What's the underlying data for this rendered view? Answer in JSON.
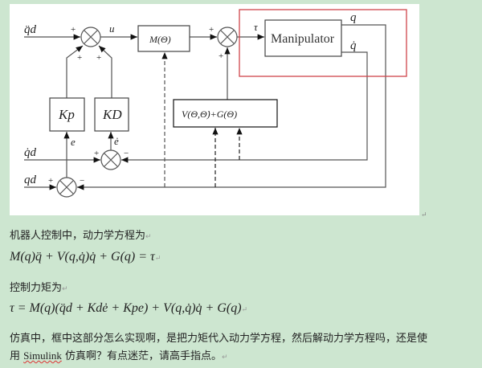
{
  "diagram": {
    "inputs": {
      "qdd": "q̈d",
      "qdot_d": "q̇d",
      "qd": "qd"
    },
    "signals": {
      "u": "u",
      "tau": "τ",
      "e": "e",
      "edot": "ė",
      "q": "q",
      "qdot": "q̇"
    },
    "blocks": {
      "mass": "M(Θ)",
      "manipulator": "Manipulator",
      "kp": "Kp",
      "kd": "KD",
      "nonlinear": "V(Θ,Θ̇)+G(Θ)"
    },
    "signs": {
      "plus": "+",
      "minus": "−"
    },
    "highlight_color": "#d0454c"
  },
  "text": {
    "line1": "机器人控制中，动力学方程为",
    "eq1": "M(q)q̈ + V(q,q̇)q̇ + G(q) = τ",
    "line2": "控制力矩为",
    "eq2": "τ = M(q)(q̈d + Kdė + Kpe) + V(q,q̇)q̇ + G(q)",
    "line3": "仿真中，框中这部分怎么实现啊，是把力矩代入动力学方程，然后解动力学方程吗，还是使",
    "line4_pre": "用 ",
    "line4_word": "Simulink",
    "line4_post": " 仿真啊？有点迷茫，请高手指点。",
    "return_mark": "↵"
  }
}
